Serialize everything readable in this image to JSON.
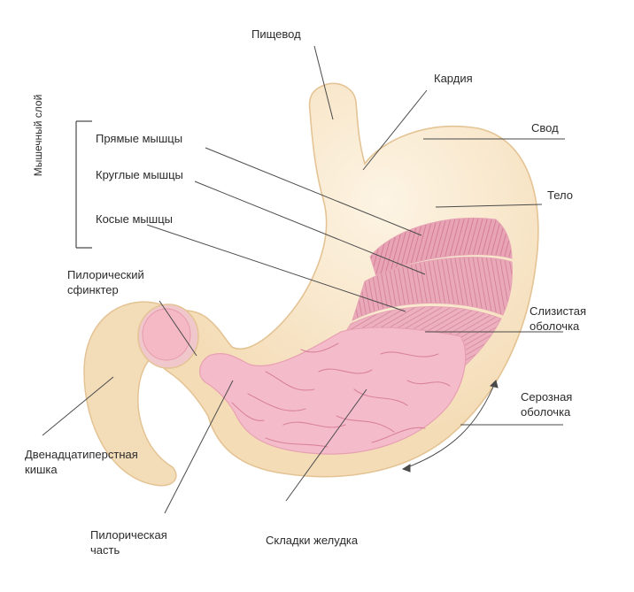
{
  "labels": {
    "esophagus": "Пищевод",
    "cardia": "Кардия",
    "fundus": "Свод",
    "body": "Тело",
    "muscle_layer": "Мышечный слой",
    "longitudinal_muscles": "Прямые мышцы",
    "circular_muscles": "Круглые мышцы",
    "oblique_muscles": "Косые мышцы",
    "pyloric_sphincter": "Пилорический\nсфинктер",
    "mucosa": "Слизистая\nоболочка",
    "serosa": "Серозная\nоболочка",
    "duodenum": "Двенадцатиперстная\nкишка",
    "pyloric_part": "Пилорическая\nчасть",
    "gastric_folds": "Складки желудка"
  },
  "colors": {
    "outer_wall": "#f3dcb8",
    "outer_wall_light": "#fbefd9",
    "muscle": "#e29aab",
    "muscle_stripe": "#d67f95",
    "mucosa": "#f2b7c4",
    "mucosa_folds": "#d9839a",
    "leader_lines": "#4a4a4a"
  }
}
